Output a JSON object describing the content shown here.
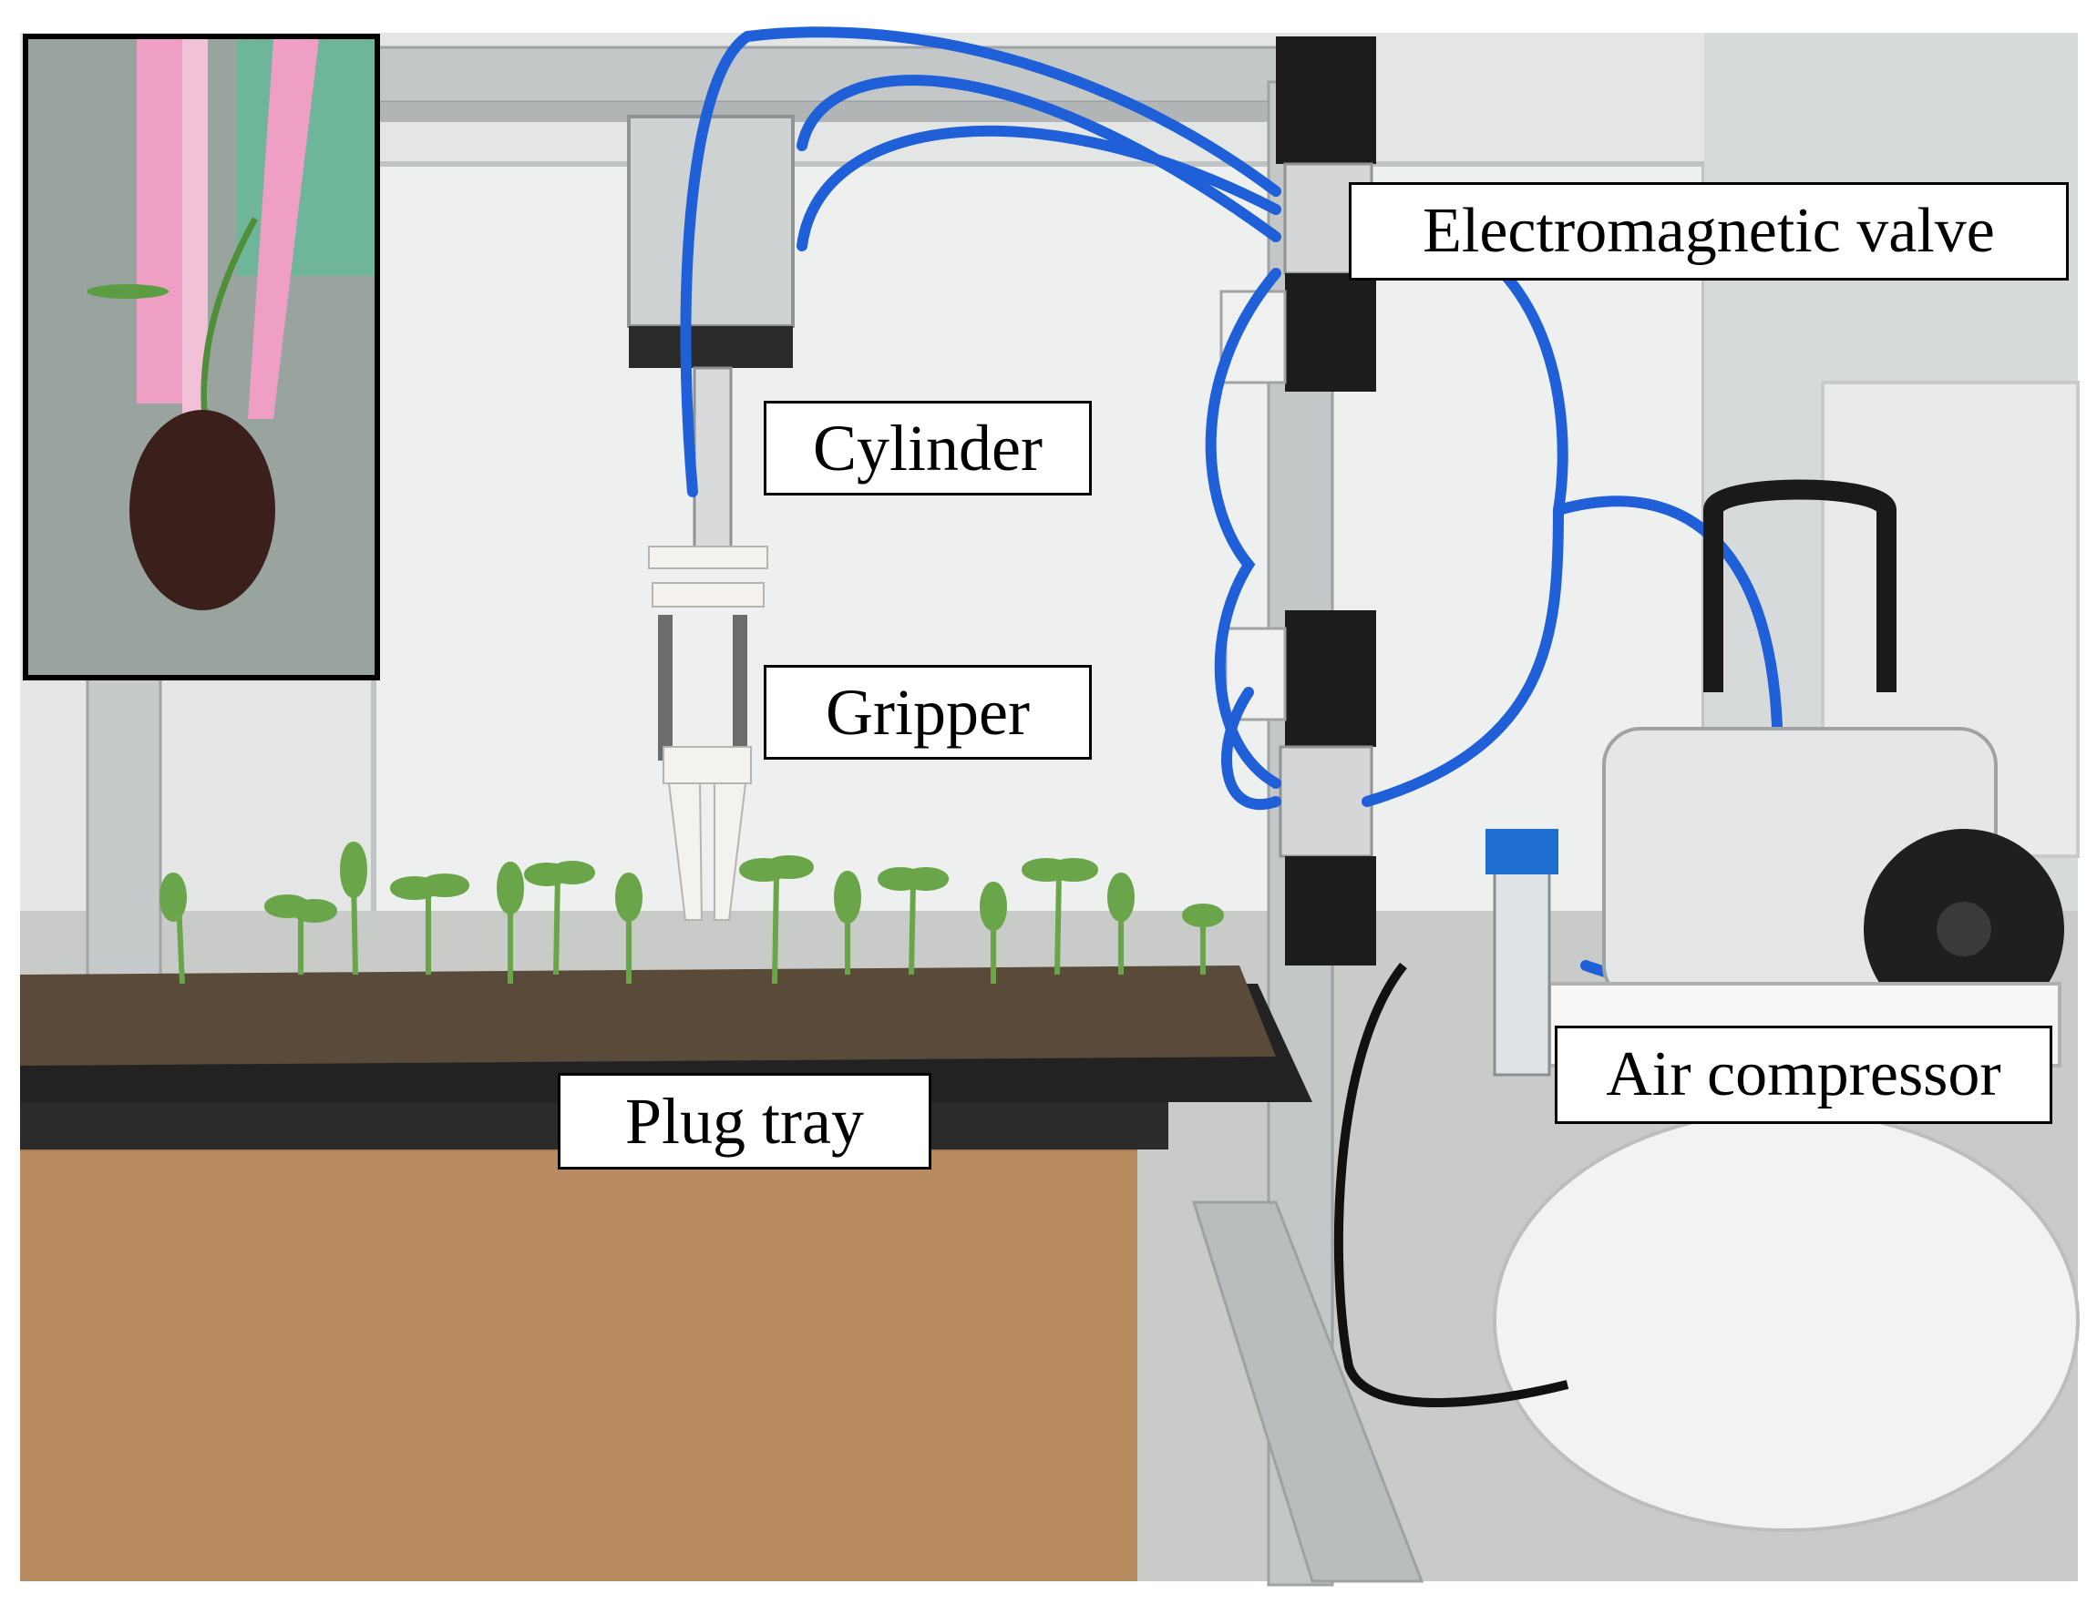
{
  "figure": {
    "labels": {
      "electromagnetic_valve": "Electromagnetic valve",
      "cylinder": "Cylinder",
      "gripper": "Gripper",
      "air_compressor": "Air compressor",
      "plug_tray": "Plug tray"
    },
    "colors": {
      "background_wall": "#e4e6e6",
      "floor": "#c9cbc8",
      "cardboard_box": "#b88c60",
      "tray": "#222222",
      "soil": "#5a4a3a",
      "seedling_leaf": "#6aa54a",
      "frame_aluminium": "#c4c7c8",
      "air_hose": "#1f5fd8",
      "valve_body": "#1c1c1c",
      "compressor_body": "#f2f2f2",
      "gripper_white": "#f4f2ee",
      "inset_pink_finger": "#ee9fc3"
    }
  }
}
